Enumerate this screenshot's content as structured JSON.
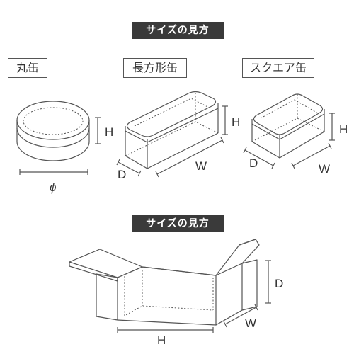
{
  "banners": {
    "top": "サイズの見方",
    "bottom": "サイズの見方"
  },
  "cans": {
    "round": {
      "label": "丸缶",
      "h": "H",
      "diameter": "ϕ"
    },
    "rect": {
      "label": "長方形缶",
      "h": "H",
      "d": "D",
      "w": "W"
    },
    "square": {
      "label": "スクエア缶",
      "h": "H",
      "d": "D",
      "w": "W"
    }
  },
  "box": {
    "d": "D",
    "w": "W",
    "h": "H"
  }
}
